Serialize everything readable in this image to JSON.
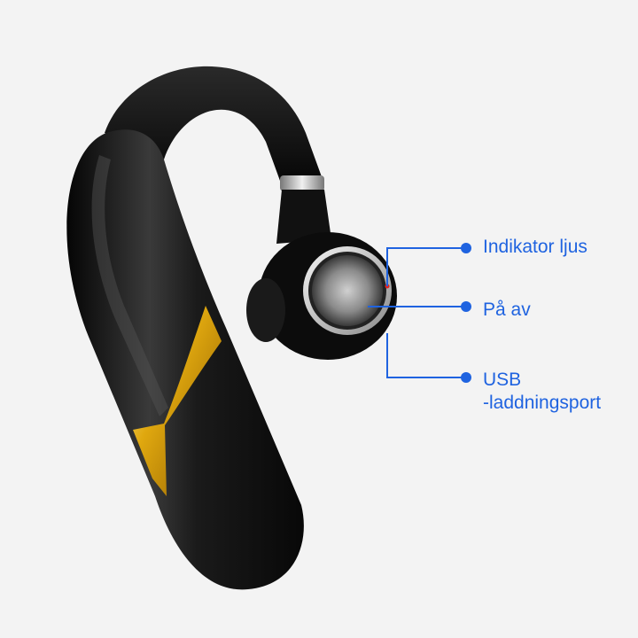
{
  "product": {
    "name": "bluetooth-earpiece"
  },
  "colors": {
    "background": "#f3f3f3",
    "callout": "#1f63e0",
    "body": "#111111",
    "accent_gold": "#e0a80f",
    "indicator_red": "#e02020"
  },
  "callouts": [
    {
      "id": "indicator",
      "text": "Indikator ljus"
    },
    {
      "id": "power",
      "text": "På av"
    },
    {
      "id": "usb",
      "line1": "USB",
      "line2": "-laddningsport"
    }
  ]
}
